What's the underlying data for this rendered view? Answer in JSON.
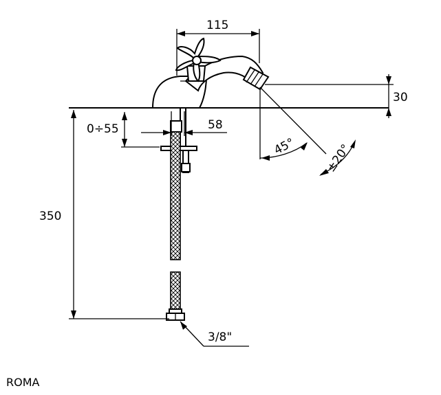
{
  "dimensions": {
    "width": "115",
    "height_offset": "30",
    "range": "0÷55",
    "hole": "58",
    "length": "350",
    "angle": "45°",
    "tilt": "±20°",
    "thread": "3/8\""
  },
  "product": {
    "name": "ROMA"
  }
}
